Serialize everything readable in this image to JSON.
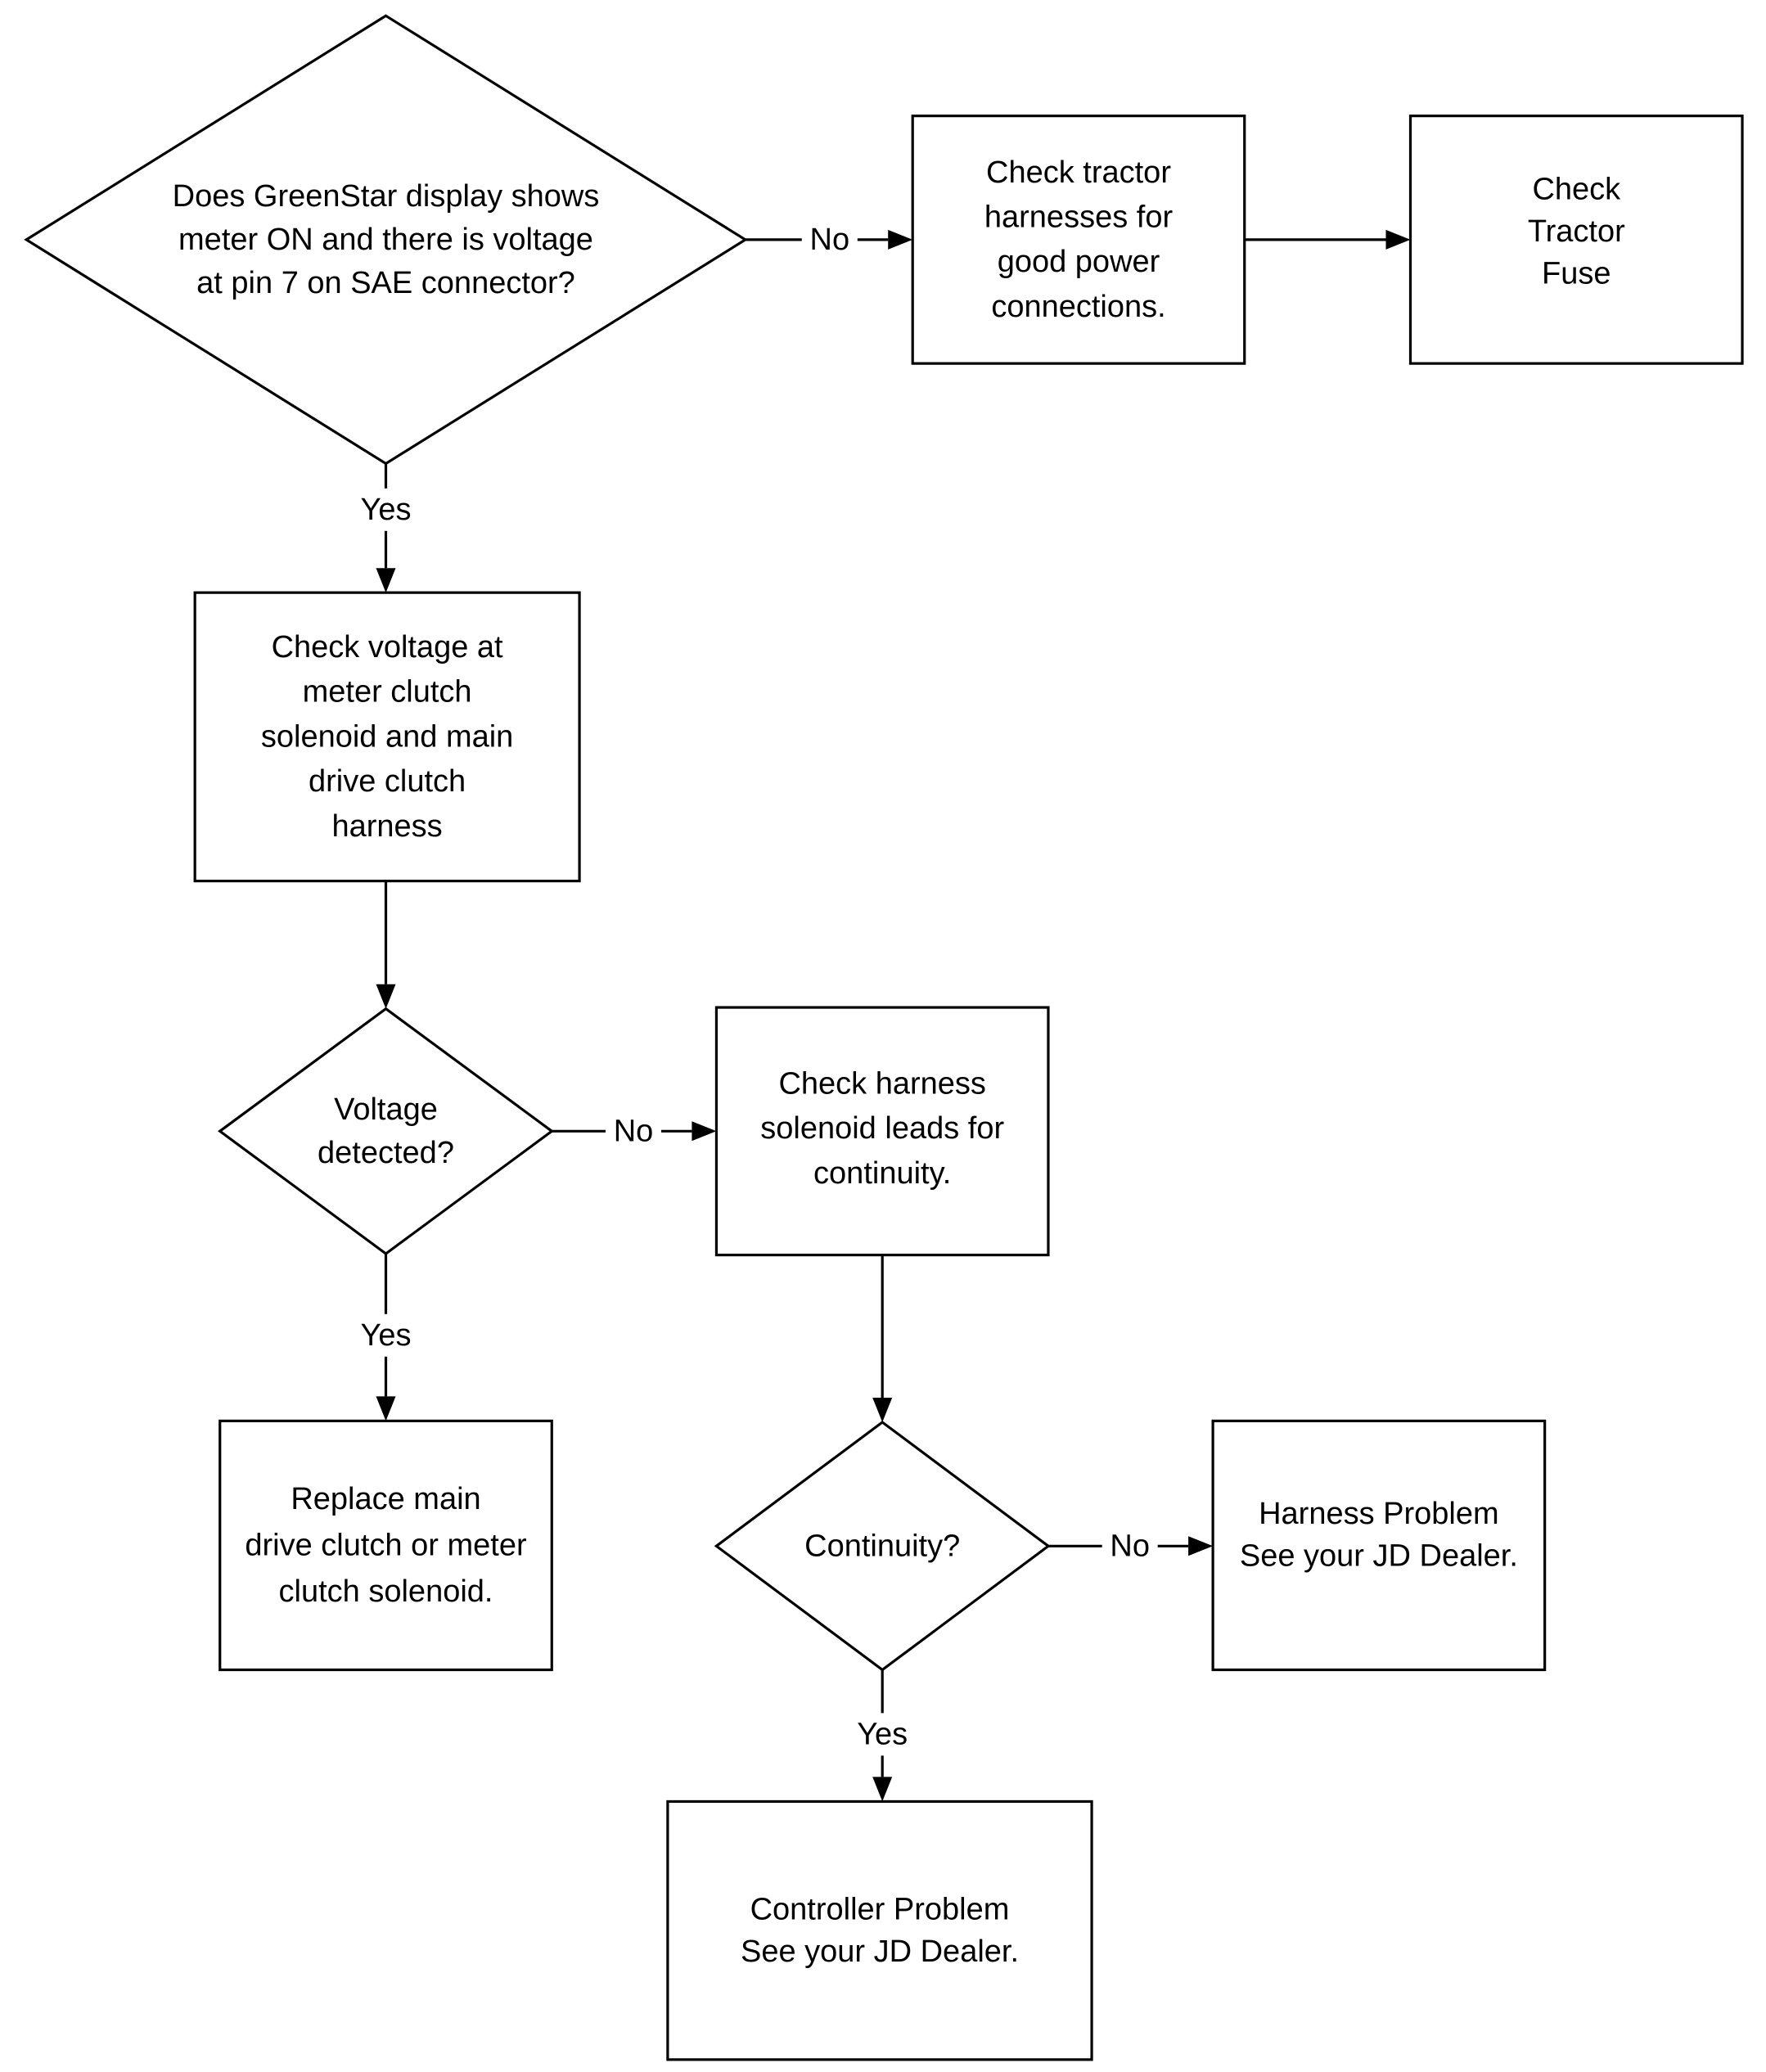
{
  "diagram": {
    "nodes": [
      {
        "id": "q-greenstar",
        "shape": "diamond",
        "lines": [
          "Does GreenStar display shows",
          "meter ON and there is voltage",
          "at pin 7 on SAE connector?"
        ]
      },
      {
        "id": "check-harnesses",
        "shape": "rect",
        "lines": [
          "Check tractor",
          "harnesses for",
          "good power",
          "connections."
        ]
      },
      {
        "id": "check-fuse",
        "shape": "rect",
        "lines": [
          "Check",
          "Tractor",
          "Fuse"
        ]
      },
      {
        "id": "check-voltage",
        "shape": "rect",
        "lines": [
          "Check voltage at",
          "meter clutch",
          "solenoid and main",
          "drive clutch",
          "harness"
        ]
      },
      {
        "id": "q-voltage",
        "shape": "diamond",
        "lines": [
          "Voltage",
          "detected?"
        ]
      },
      {
        "id": "check-leads",
        "shape": "rect",
        "lines": [
          "Check harness",
          "solenoid leads for",
          "continuity."
        ]
      },
      {
        "id": "replace-clutch",
        "shape": "rect",
        "lines": [
          "Replace main",
          "drive clutch or meter",
          "clutch solenoid."
        ]
      },
      {
        "id": "q-continuity",
        "shape": "diamond",
        "lines": [
          "Continuity?"
        ]
      },
      {
        "id": "harness-problem",
        "shape": "rect",
        "lines": [
          "Harness Problem",
          "See your JD Dealer."
        ]
      },
      {
        "id": "controller-problem",
        "shape": "rect",
        "lines": [
          "Controller Problem",
          "See your JD Dealer."
        ]
      }
    ],
    "edges": [
      {
        "id": "q1-no",
        "from": "q-greenstar",
        "to": "check-harnesses",
        "label": "No"
      },
      {
        "id": "harness-fuse",
        "from": "check-harnesses",
        "to": "check-fuse",
        "label": ""
      },
      {
        "id": "q1-yes",
        "from": "q-greenstar",
        "to": "check-voltage",
        "label": "Yes"
      },
      {
        "id": "voltage-q2",
        "from": "check-voltage",
        "to": "q-voltage",
        "label": ""
      },
      {
        "id": "q2-no",
        "from": "q-voltage",
        "to": "check-leads",
        "label": "No"
      },
      {
        "id": "q2-yes",
        "from": "q-voltage",
        "to": "replace-clutch",
        "label": "Yes"
      },
      {
        "id": "leads-q3",
        "from": "check-leads",
        "to": "q-continuity",
        "label": ""
      },
      {
        "id": "q3-no",
        "from": "q-continuity",
        "to": "harness-problem",
        "label": "No"
      },
      {
        "id": "q3-yes",
        "from": "q-continuity",
        "to": "controller-problem",
        "label": "Yes"
      }
    ]
  }
}
